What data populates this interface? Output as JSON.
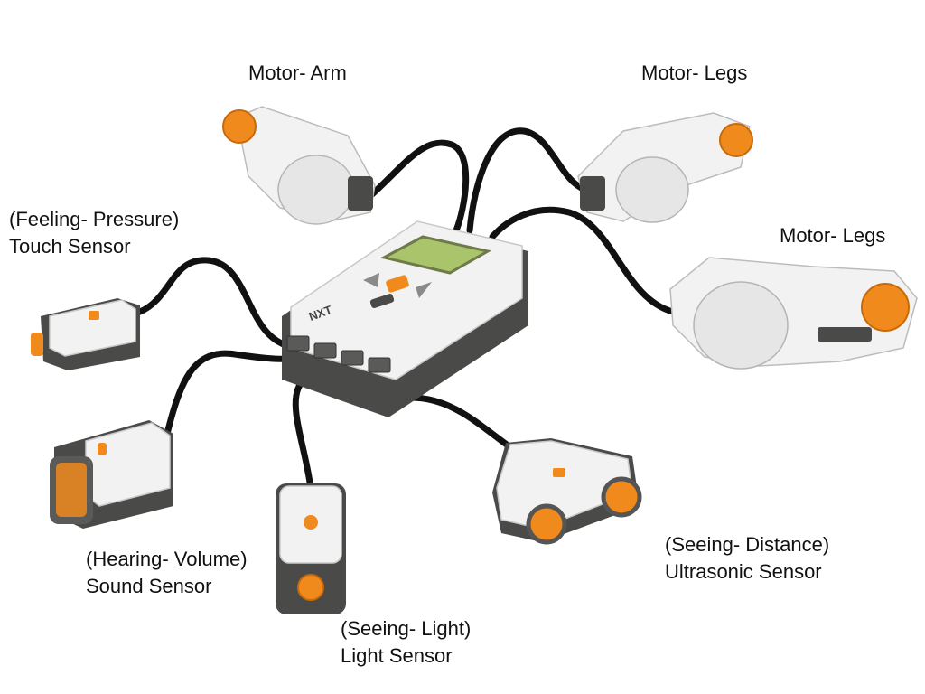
{
  "labels": {
    "motor_arm": "Motor- Arm",
    "motor_legs_top": "Motor- Legs",
    "motor_legs_right": "Motor- Legs",
    "touch": {
      "line1": "(Feeling- Pressure)",
      "line2": "Touch Sensor"
    },
    "sound": {
      "line1": "(Hearing- Volume)",
      "line2": "Sound Sensor"
    },
    "light": {
      "line1": "(Seeing- Light)",
      "line2": "Light Sensor"
    },
    "ultrasonic": {
      "line1": "(Seeing- Distance)",
      "line2": "Ultrasonic Sensor"
    }
  },
  "brick": {
    "logo": "NXT"
  },
  "colors": {
    "body": "#f2f2f2",
    "dark": "#4a4a48",
    "orange": "#f08a1c",
    "screen": "#a9c46a",
    "cable": "#111111"
  }
}
